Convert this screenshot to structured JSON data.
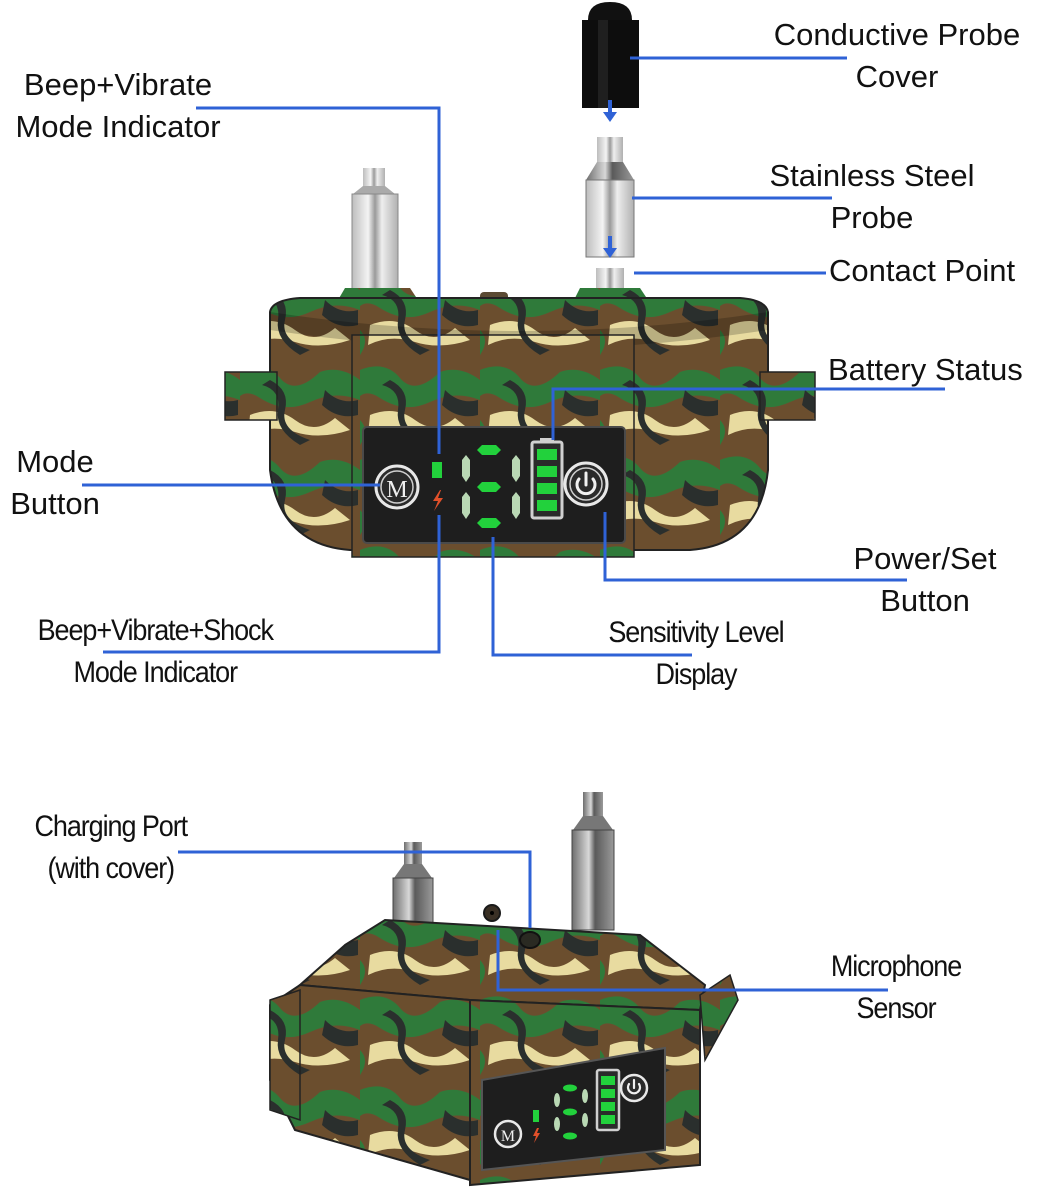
{
  "diagram": {
    "title": "Bark collar anatomy",
    "colors": {
      "leader_line": "#2f62d6",
      "led_green": "#22d13c",
      "led_dim": "#b9d8b4",
      "shock_icon": "#e2502a",
      "panel": "#1e1e1e",
      "camo_brown": "#6b4e2e",
      "camo_green": "#2f7a3a",
      "camo_tan": "#e8dba0",
      "camo_dark": "#2a2f2d",
      "probe_steel": "#d7d7d7",
      "probe_cover": "#0d0d0d"
    },
    "front_view": {
      "labels": {
        "conductive_probe_cover": [
          "Conductive Probe",
          "Cover"
        ],
        "stainless_steel_probe": [
          "Stainless Steel",
          "Probe"
        ],
        "contact_point": [
          "Contact Point"
        ],
        "beep_vibrate_indicator": [
          "Beep+Vibrate",
          "Mode Indicator"
        ],
        "battery_status": [
          "Battery Status"
        ],
        "mode_button": [
          "Mode",
          "Button"
        ],
        "power_set_button": [
          "Power/Set",
          "Button"
        ],
        "beep_vibrate_shock_indicator": [
          "Beep+Vibrate+Shock",
          "Mode Indicator"
        ],
        "sensitivity_display": [
          "Sensitivity Level",
          "Display"
        ]
      },
      "panel": {
        "mode_button_glyph": "M",
        "power_button_icon": "power-icon",
        "shock_icon": "lightning-icon",
        "battery_bars_lit": 4,
        "battery_bars_total": 4
      }
    },
    "angled_view": {
      "labels": {
        "charging_port": [
          "Charging Port",
          "(with cover)"
        ],
        "microphone_sensor": [
          "Microphone",
          "Sensor"
        ]
      },
      "panel": {
        "mode_button_glyph": "M"
      }
    }
  }
}
